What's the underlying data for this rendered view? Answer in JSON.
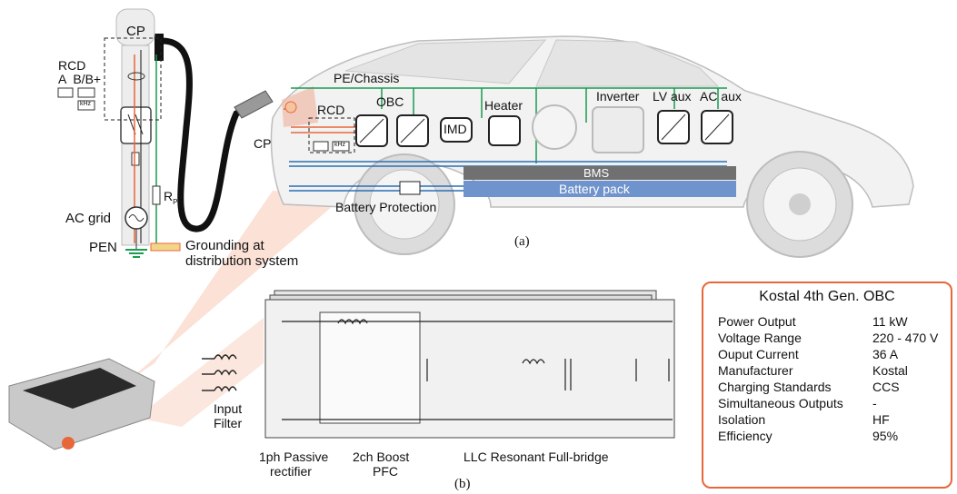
{
  "grid_side": {
    "cp_top": "CP",
    "rcd": "RCD",
    "rcd_types": "A  B/B+",
    "khz": "kHz",
    "ac_grid": "AC grid",
    "pen": "PEN",
    "rpe": "R",
    "rpe_sub": "PE",
    "grounding": [
      "Grounding at",
      "distribution system"
    ]
  },
  "vehicle": {
    "pe_chassis": "PE/Chassis",
    "obc": "OBC",
    "rcd": "RCD",
    "khz": "kHz",
    "cp": "CP",
    "imd": "IMD",
    "heater": "Heater",
    "inverter": "Inverter",
    "lv_aux": "LV aux",
    "ac_aux": "AC aux",
    "bms": "BMS",
    "battery_pack": "Battery pack",
    "battery_protection": "Battery Protection",
    "caption": "(a)"
  },
  "circuit": {
    "input_filter": [
      "Input",
      "Filter"
    ],
    "rectifier": [
      "1ph Passive",
      "rectifier"
    ],
    "pfc": [
      "2ch Boost",
      "PFC"
    ],
    "llc": "LLC Resonant Full-bridge",
    "caption": "(b)"
  },
  "spec_table": {
    "title": "Kostal 4th Gen. OBC",
    "rows": [
      {
        "label": "Power Output",
        "value": "11 kW"
      },
      {
        "label": "Voltage Range",
        "value": "220 - 470 V"
      },
      {
        "label": "Ouput Current",
        "value": "36 A"
      },
      {
        "label": "Manufacturer",
        "value": "Kostal"
      },
      {
        "label": "Charging Standards",
        "value": "CCS"
      },
      {
        "label": "Simultaneous Outputs",
        "value": "-"
      },
      {
        "label": "Isolation",
        "value": "HF"
      },
      {
        "label": "Efficiency",
        "value": "95%"
      }
    ],
    "border_color": "#e8673a"
  },
  "colors": {
    "ground": "#1a9b4f",
    "phase": "#e8673a",
    "dc": "#2b6fb3",
    "bms": "#707070",
    "battery": "#6f93cc"
  }
}
